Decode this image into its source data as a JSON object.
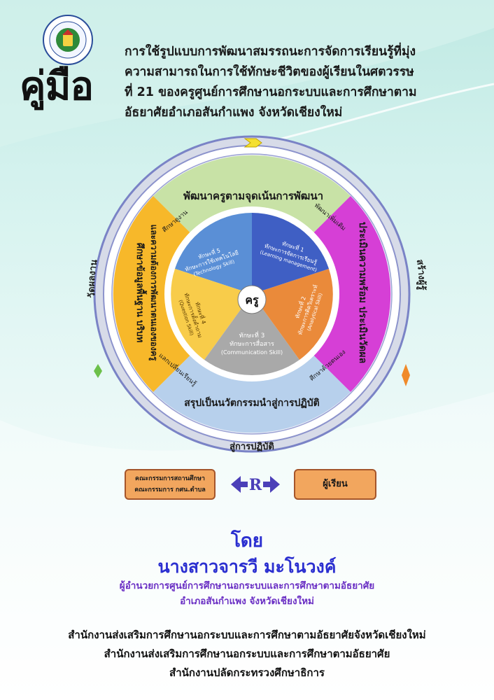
{
  "header": {
    "big_title": "คู่มือ",
    "title_lines": [
      "การใช้รูปแบบการพัฒนาสมรรถนะการจัดการเรียนรู้ที่มุ่ง",
      "ความสามารถในการใช้ทักษะชีวิตของผู้เรียนในศตวรรษ",
      "ที่ 21 ของครูศูนย์การศึกษานอกระบบและการศึกษาตาม",
      "อัธยาศัยอำเภอสันกำแพง จังหวัดเชียงใหม่"
    ]
  },
  "wheel": {
    "center": "ครู",
    "outer_labels": {
      "left": "วัดผลงาน",
      "right": "สร้างผู้รู้",
      "bottom": "สู่การปฏิบัติ"
    },
    "ring_segments": {
      "top": "พัฒนาครูตามจุดเน้นการพัฒนา",
      "right": "ประเมินความพร้อม ประเมินวัดผล",
      "bottom": "สรุปเป็นนวัตกรรมนำสู่การปฏิบัติ",
      "left_line1": "ศึกษาข้อมูลพื้นฐาน บริบท",
      "left_line2": "และความต้องการพัฒนาตนเองของครู"
    },
    "ring_small_labels": {
      "top_left": "ศึกษาดูงาน",
      "top_right": "พัฒนาเพิ่มเติม",
      "bottom_right": "ศึกษาด้วยตนเอง",
      "bottom_left": "แลกเปลี่ยนเรียนรู้"
    },
    "inner_segments": [
      {
        "title": "ทักษะที่ 5",
        "sub": "ทักษะการใช้เทคโนโลยี",
        "en": "(Technology Skill)"
      },
      {
        "title": "ทักษะที่ 1",
        "sub": "ทักษะการจัดการเรียนรู้",
        "en": "(Learning management)"
      },
      {
        "title": "ทักษะที่ 2",
        "sub": "ทักษะการคิดวิเคราะห์",
        "en": "(Analytical Skill)"
      },
      {
        "title": "ทักษะที่ 3",
        "sub": "ทักษะการสื่อสาร",
        "en": "(Communication Skill)"
      },
      {
        "title": "ทักษะที่ 4",
        "sub": "ทักษะการตั้งคำถาม",
        "en": "(Question Skill)"
      }
    ],
    "colors": {
      "ring_green": "#c8e2a6",
      "ring_magenta": "#d63fd6",
      "ring_blue": "#b7d0ec",
      "ring_yellow": "#f7b82a",
      "inner_blue": "#5a8fd6",
      "inner_navy": "#3f5fc4",
      "inner_orange": "#ea8a3a",
      "inner_gray": "#a9a9a9",
      "inner_yellow": "#f8cc4a"
    }
  },
  "model": {
    "committee_line1": "คณะกรรมการสถานศึกษา",
    "committee_line2": "คณะกรรมการ กศน.ตำบล",
    "r_letter": "R",
    "learner": "ผู้เรียน"
  },
  "author": {
    "by": "โดย",
    "name": "นางสาวจารวี มะโนวงค์",
    "position_line1": "ผู้อำนวยการศูนย์การศึกษานอกระบบและการศึกษาตามอัธยาศัย",
    "position_line2": "อำเภอสันกำแพง จังหวัดเชียงใหม่"
  },
  "office": {
    "line1": "สำนักงานส่งเสริมการศึกษานอกระบบและการศึกษาตามอัธยาศัยจังหวัดเชียงใหม่",
    "line2": "สำนักงานส่งเสริมการศึกษานอกระบบและการศึกษาตามอัธยาศัย",
    "line3": "สำนักงานปลัดกระทรวงศึกษาธิการ"
  }
}
